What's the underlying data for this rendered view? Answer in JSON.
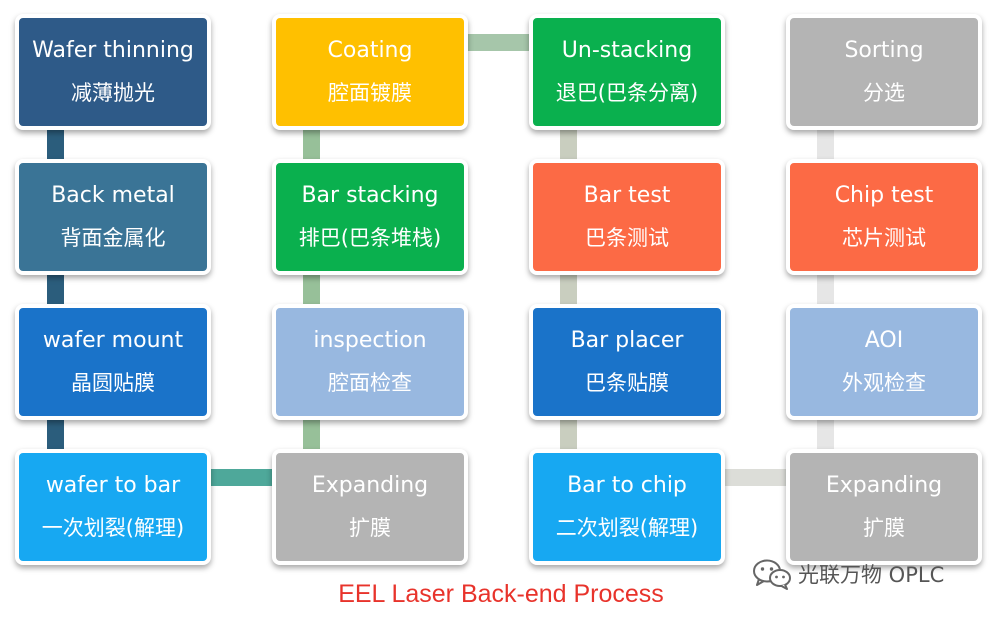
{
  "boxes": [
    {
      "en": "Wafer thinning",
      "zh": "减薄抛光",
      "color": "#2e5a88"
    },
    {
      "en": "Back metal",
      "zh": "背面金属化",
      "color": "#3a7496"
    },
    {
      "en": "wafer mount",
      "zh": "晶圆贴膜",
      "color": "#1a73c9"
    },
    {
      "en": "wafer to bar",
      "zh": "一次划裂(解理)",
      "color": "#17a8f2"
    },
    {
      "en": "Coating",
      "zh": "腔面镀膜",
      "color": "#ffc000"
    },
    {
      "en": "Bar stacking",
      "zh": "排巴(巴条堆栈)",
      "color": "#0ab04e"
    },
    {
      "en": "inspection",
      "zh": "腔面检查",
      "color": "#98b8e0"
    },
    {
      "en": "Expanding",
      "zh": "扩膜",
      "color": "#b4b4b4"
    },
    {
      "en": "Un-stacking",
      "zh": "退巴(巴条分离)",
      "color": "#0ab04e"
    },
    {
      "en": "Bar test",
      "zh": "巴条测试",
      "color": "#fc6a45"
    },
    {
      "en": "Bar placer",
      "zh": "巴条贴膜",
      "color": "#1a73c9"
    },
    {
      "en": "Bar to chip",
      "zh": "二次划裂(解理)",
      "color": "#17a8f2"
    },
    {
      "en": "Sorting",
      "zh": "分选",
      "color": "#b4b4b4"
    },
    {
      "en": "Chip test",
      "zh": "芯片测试",
      "color": "#fc6a45"
    },
    {
      "en": "AOI",
      "zh": "外观检查",
      "color": "#98b8e0"
    },
    {
      "en": "Expanding",
      "zh": "扩膜",
      "color": "#b4b4b4"
    }
  ],
  "connector_colors": {
    "col1": "#2b5d7c",
    "col2": "#97c099",
    "col3": "#c9cebf",
    "col4": "#e6e6e6",
    "link1": "#4ea89a",
    "link2": "#a6c6aa",
    "link3": "#dcddd8"
  },
  "caption": "EEL Laser Back-end Process",
  "caption_color": "#e8332b",
  "watermark": {
    "text": "光联万物 OPLC",
    "icon": "wechat-icon"
  }
}
